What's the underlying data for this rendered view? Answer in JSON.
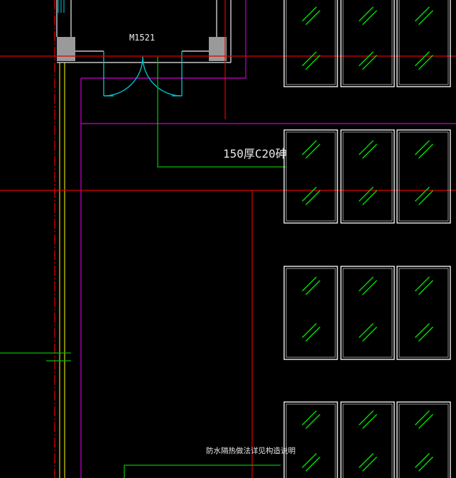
{
  "drawing": {
    "background": "#000000",
    "door_tag": "M1521",
    "slab_annotation": "150厚C20砷",
    "waterproof_note": "防水隔热做法详见构造说明"
  },
  "colors": {
    "axis_red": "#e00000",
    "wall_white": "#f0f0f0",
    "purple": "#b000b0",
    "yellow": "#d8d800",
    "green": "#00c000",
    "cyan": "#00c8d8",
    "glass_green": "#00e000",
    "gray": "#9a9a9a"
  },
  "legend": {
    "door": "door-swing-icon",
    "skylight": "skylight-panel-icon"
  }
}
